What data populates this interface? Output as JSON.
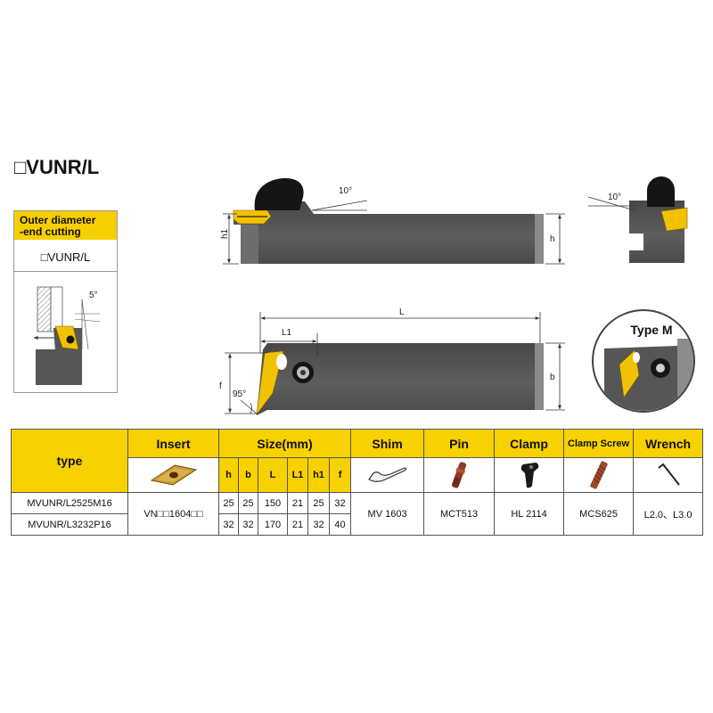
{
  "title": "□VUNR/L",
  "label_box": {
    "heading_line1": "Outer diameter",
    "heading_line2": "-end cutting",
    "code": "□VUNR/L",
    "angle": "5°"
  },
  "drawings": {
    "front_view": {
      "angle": "10°",
      "dim_h1": "h1",
      "dim_h": "h"
    },
    "end_view": {
      "angle": "10°"
    },
    "top_view": {
      "dim_L": "L",
      "dim_L1": "L1",
      "dim_f": "f",
      "angle": "95°",
      "dim_b": "b"
    },
    "detail": {
      "label": "Type M"
    }
  },
  "table": {
    "headers": {
      "type": "type",
      "insert": "Insert",
      "size": "Size(mm)",
      "shim": "Shim",
      "pin": "Pin",
      "clamp": "Clamp",
      "clamp_screw": "Clamp Screw",
      "wrench": "Wrench"
    },
    "size_columns": [
      "h",
      "b",
      "L",
      "L1",
      "h1",
      "f"
    ],
    "rows": [
      {
        "type": "MVUNR/L2525M16",
        "sizes": [
          25,
          25,
          150,
          21,
          25,
          32
        ]
      },
      {
        "type": "MVUNR/L3232P16",
        "sizes": [
          32,
          32,
          170,
          21,
          32,
          40
        ]
      }
    ],
    "shared": {
      "insert": "VN□□1604□□",
      "shim": "MV 1603",
      "pin": "MCT513",
      "clamp": "HL 2114",
      "clamp_screw": "MCS625",
      "wrench": "L2.0、L3.0"
    },
    "part_icons": {
      "insert": "diamond-insert-icon",
      "shim": "shim-icon",
      "pin": "pin-icon",
      "clamp": "clamp-icon",
      "clamp_screw": "screw-icon",
      "wrench": "hex-key-icon"
    }
  },
  "colors": {
    "accent_yellow": "#f5cf00",
    "holder_gray": "#565656",
    "insert_yellow": "#f2c200",
    "clamp_black": "#151515"
  }
}
